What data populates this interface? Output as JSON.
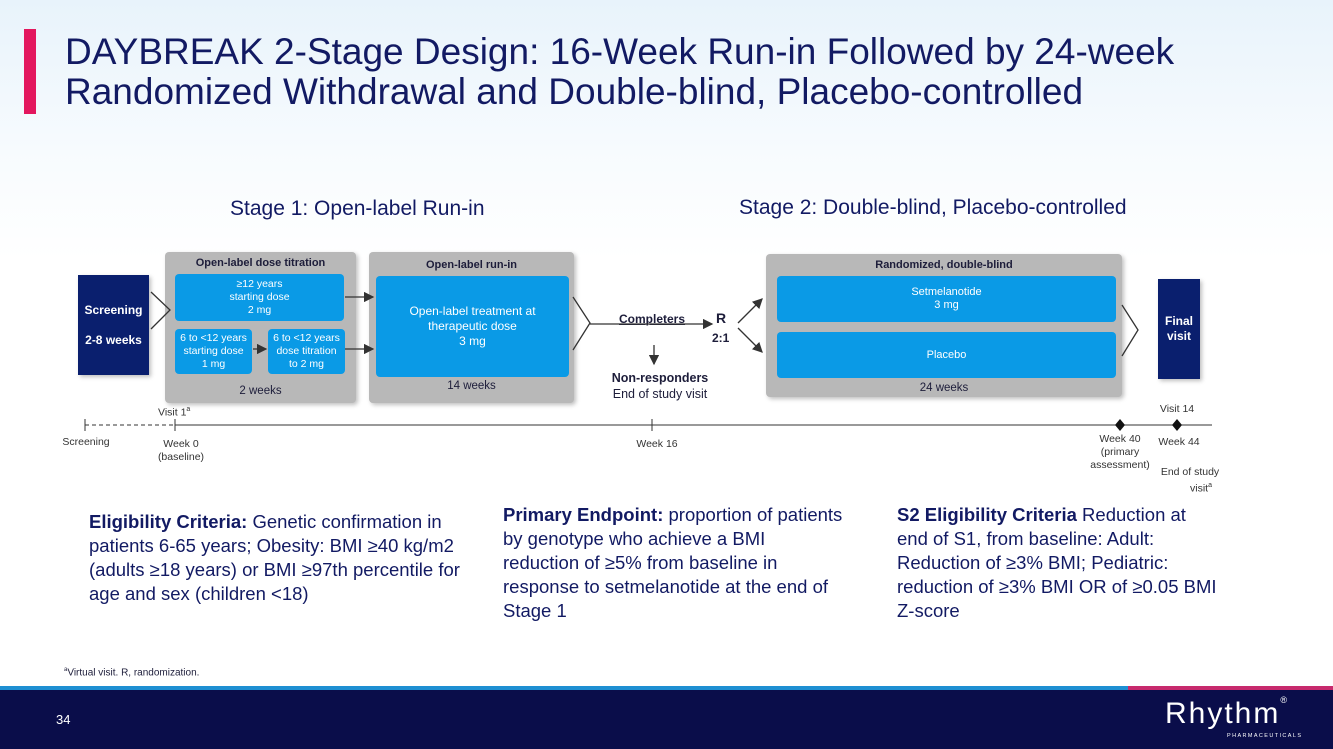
{
  "title": {
    "line1": "DAYBREAK 2-Stage Design: 16-Week Run-in Followed by 24-week",
    "line2": "Randomized Withdrawal and Double-blind, Placebo-controlled"
  },
  "stage1": {
    "heading": "Stage 1: Open-label Run-in"
  },
  "stage2": {
    "heading": "Stage 2: Double-blind, Placebo-controlled"
  },
  "screening": {
    "label": "Screening",
    "duration": "2-8 weeks"
  },
  "titration": {
    "header": "Open-label dose titration",
    "box1": [
      "≥12 years",
      "starting dose",
      "2 mg"
    ],
    "box2": [
      "6 to <12 years",
      "starting dose",
      "1 mg"
    ],
    "box3": [
      "6 to <12 years",
      "dose titration",
      "to 2 mg"
    ],
    "footer": "2 weeks"
  },
  "runin": {
    "header": "Open-label run-in",
    "box": [
      "Open-label treatment at",
      "therapeutic dose",
      "3 mg"
    ],
    "footer": "14 weeks"
  },
  "completers": "Completers",
  "randomization": {
    "r": "R",
    "ratio": "2:1"
  },
  "nonresponders": {
    "label": "Non-responders",
    "sub": "End of study visit"
  },
  "randomized": {
    "header": "Randomized, double-blind",
    "box1": [
      "Setmelanotide",
      "3 mg"
    ],
    "box2": "Placebo",
    "footer": "24 weeks"
  },
  "final_visit": [
    "Final",
    "visit"
  ],
  "timeline": {
    "screening": "Screening",
    "visit1": "Visit 1",
    "visit1_sup": "a",
    "week0": [
      "Week 0",
      "(baseline)"
    ],
    "week16": "Week 16",
    "week40": [
      "Week 40",
      "(primary",
      "assessment)"
    ],
    "visit14": "Visit 14",
    "week44": "Week 44",
    "end_study": [
      "End of study",
      "visit"
    ],
    "end_study_sup": "a"
  },
  "eligibility": {
    "label": "Eligibility Criteria:",
    "text": " Genetic confirmation in patients 6-65 years; Obesity: BMI ≥40 kg/m2 (adults ≥18 years) or BMI ≥97th percentile for age and sex (children <18)"
  },
  "primary": {
    "label": "Primary Endpoint:",
    "text": " proportion of patients by genotype who achieve a BMI reduction of ≥5% from baseline in response to setmelanotide at the end of Stage 1"
  },
  "s2": {
    "label": "S2 Eligibility Criteria",
    "text": " Reduction at end of S1, from baseline: Adult: Reduction of ≥3% BMI; Pediatric: reduction of ≥3% BMI OR of ≥0.05 BMI Z-score"
  },
  "footnote": {
    "sup": "a",
    "text": "Virtual visit. R, randomization."
  },
  "page_number": "34",
  "logo": {
    "name": "Rhythm",
    "reg": "®",
    "sub": "PHARMACEUTICALS"
  },
  "colors": {
    "accent": "#e3175e",
    "navy": "#0a1f6e",
    "blue": "#0a9ae6",
    "footer": "#0a0d4a"
  }
}
